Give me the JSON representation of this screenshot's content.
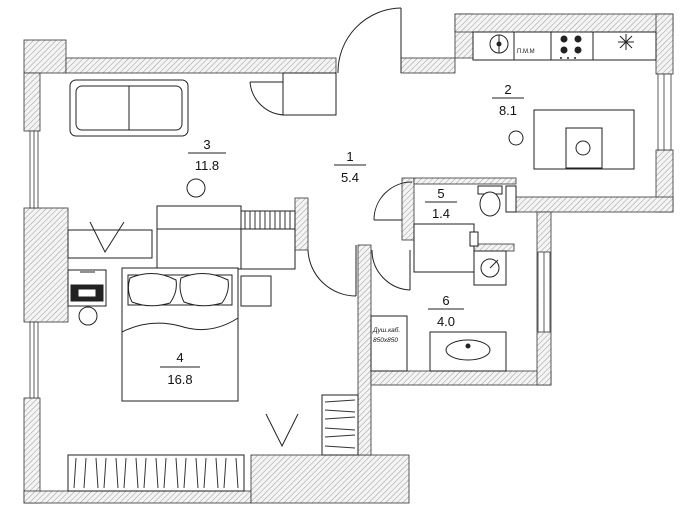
{
  "rooms": [
    {
      "number": "1",
      "area": "5.4"
    },
    {
      "number": "2",
      "area": "8.1"
    },
    {
      "number": "3",
      "area": "11.8"
    },
    {
      "number": "4",
      "area": "16.8"
    },
    {
      "number": "5",
      "area": "1.4"
    },
    {
      "number": "6",
      "area": "4.0"
    }
  ],
  "fixtures": {
    "dishwasher_label": "П.М.М",
    "shower_label": "Душ.каб.",
    "shower_size": "850х850"
  }
}
